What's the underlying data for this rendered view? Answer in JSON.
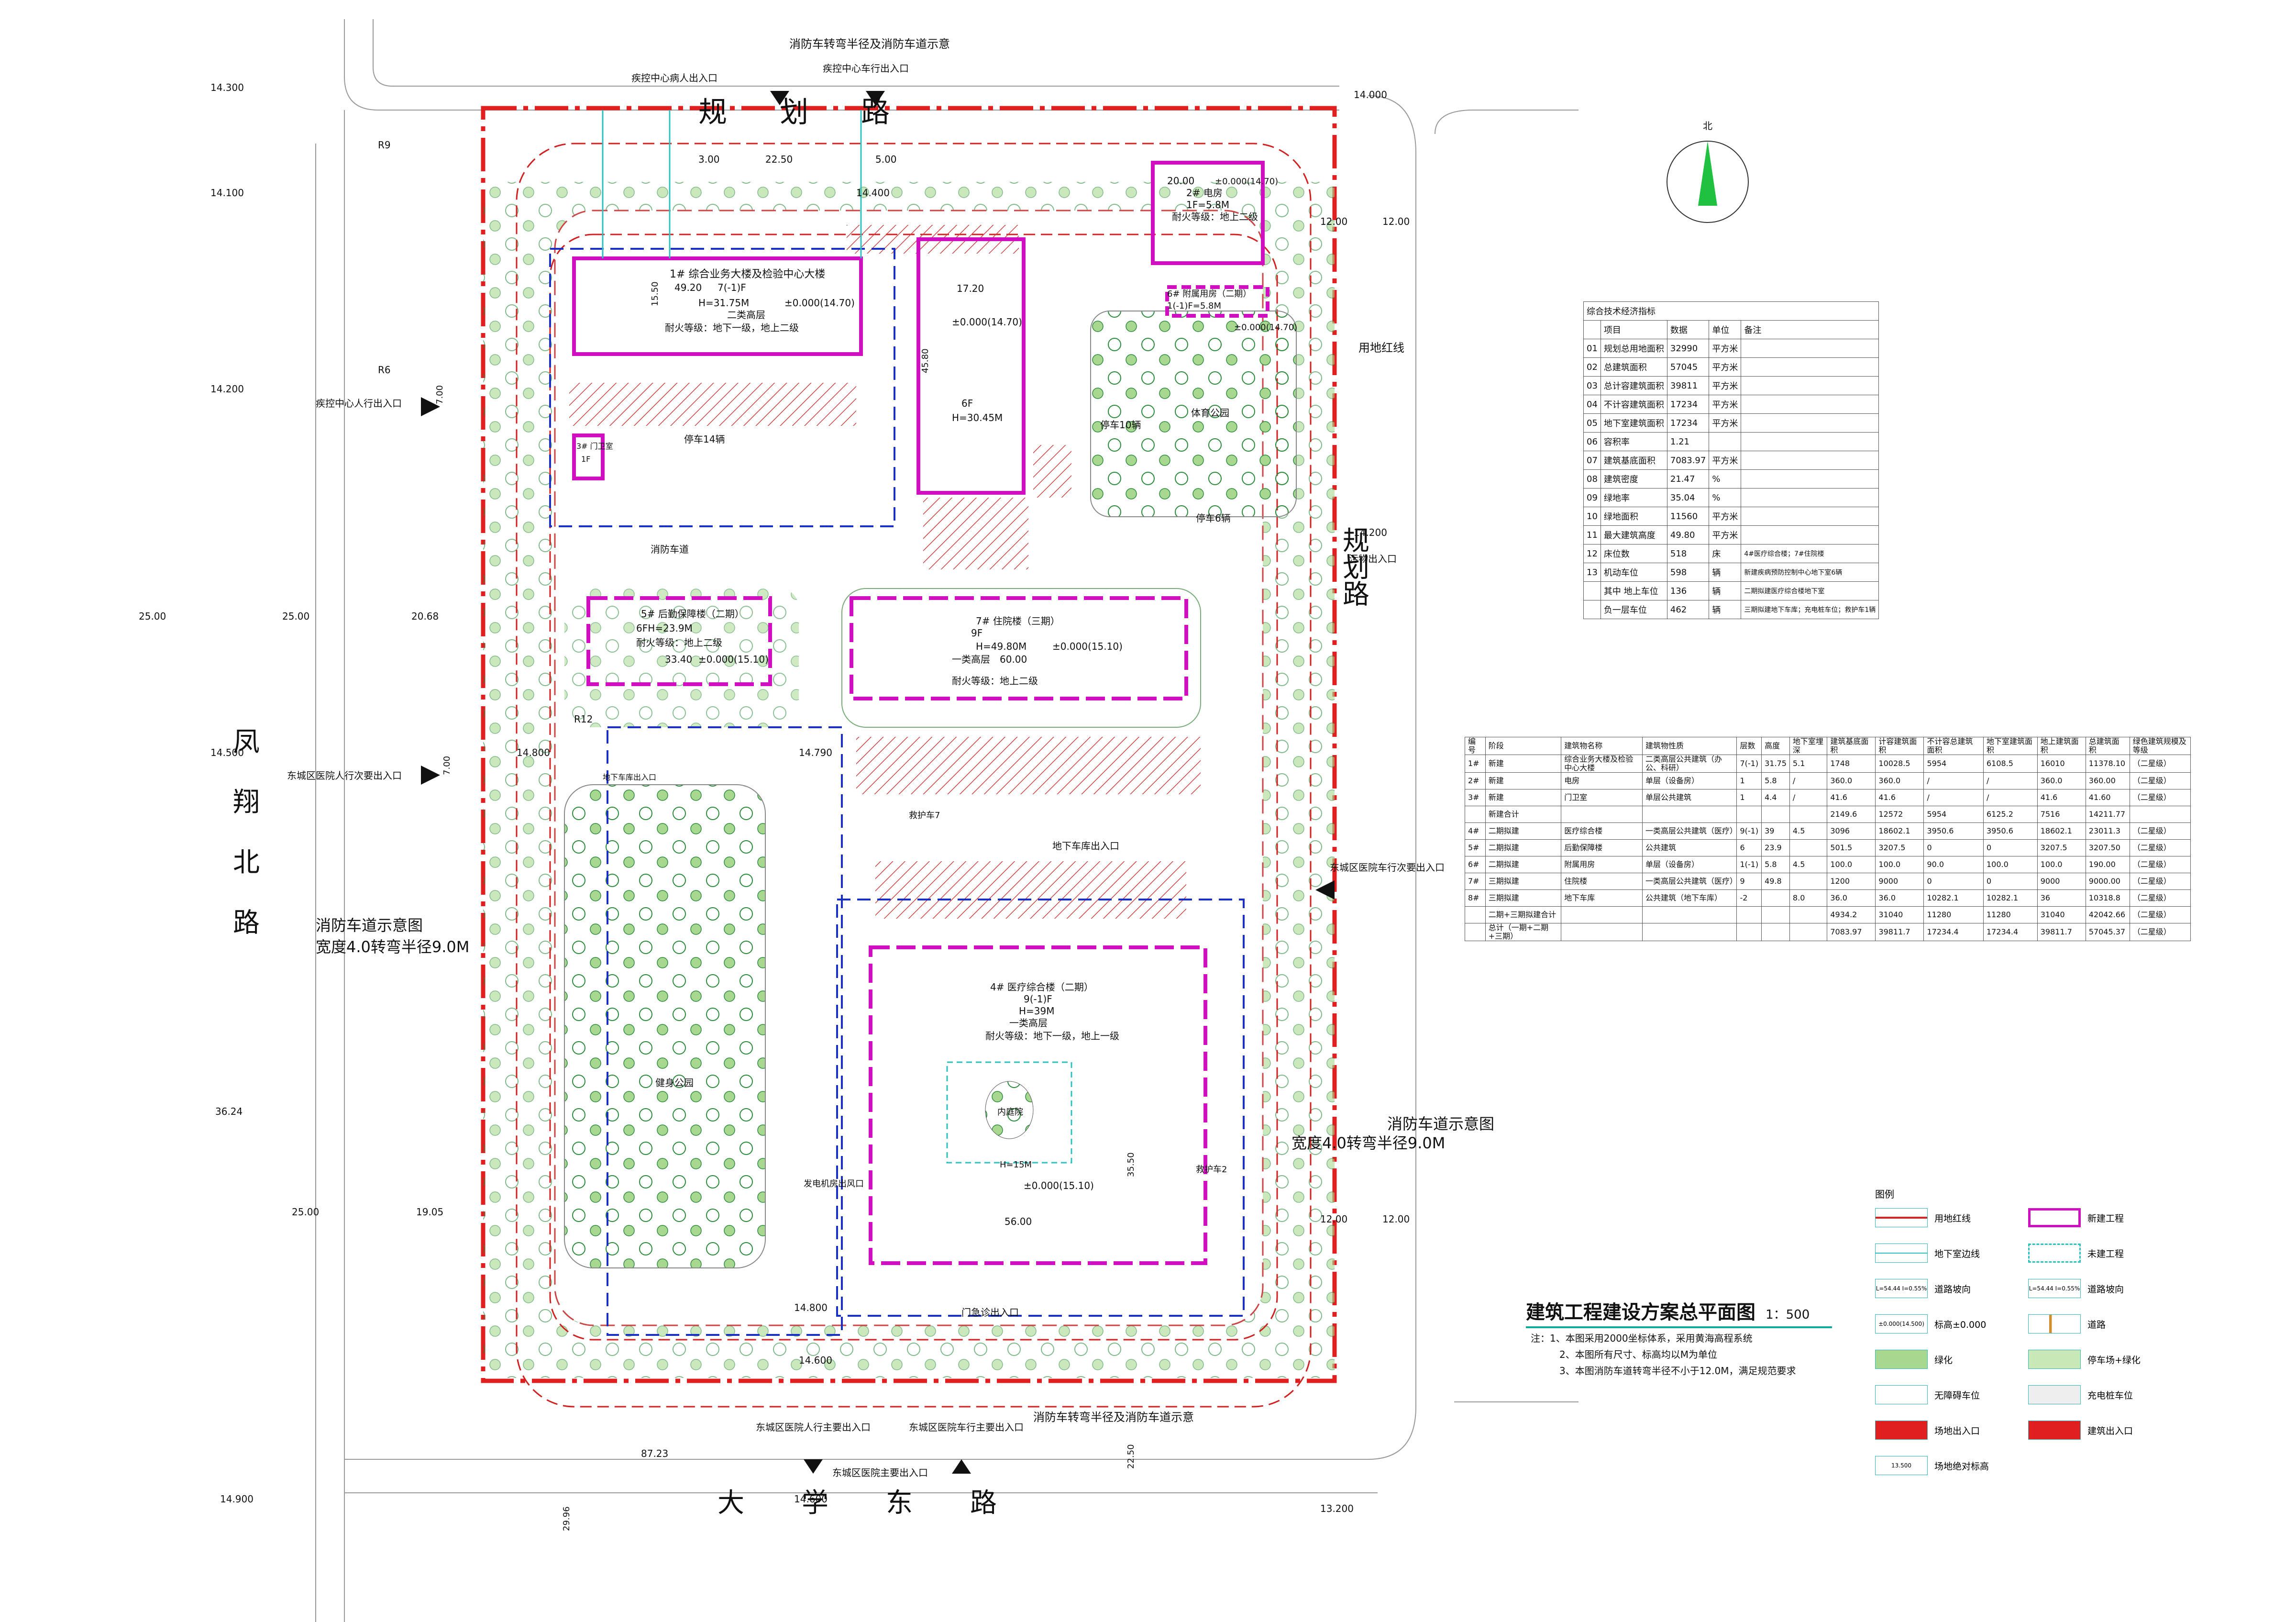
{
  "plan": {
    "title": "建筑工程建设方案总平面图",
    "scale": "1：500",
    "north": "北",
    "fire_lane_top_note": "消防车转弯半径及消防车道示意",
    "fire_lane_bottom_note": "消防车转弯半径及消防车道示意",
    "fire_lane_left_note_1": "消防车道示意图",
    "fire_lane_left_note_2": "宽度4.0转弯半径9.0M",
    "fire_lane_right_note_1": "消防车道示意图",
    "fire_lane_right_note_2": "宽度4.0转弯半径9.0M",
    "site_line_label": "用地红线",
    "roads": {
      "top": "规划路",
      "right": "规划路",
      "left": "凤翔北路",
      "bottom": "大学东路"
    },
    "entrances": {
      "top_1": "疾控中心病人出入口",
      "top_2": "疾控中心车行出入口",
      "left_1": "疾控中心人行出入口",
      "left_2": "东城区医院人行次要出入口",
      "right_1": "污物出入口",
      "right_2": "东城区医院车行次要出入口",
      "bottom_1": "东城区医院人行主要出入口",
      "bottom_2": "东城区医院车行主要出入口",
      "bottom_3": "东城区医院主要出入口",
      "bottom_4": "门急诊出入口"
    },
    "buildings": {
      "b1_name": "1# 综合业务大楼及检验中心大楼",
      "b1_floors": "7(-1)F",
      "b1_height": "H=31.75M",
      "b1_class": "二类高层",
      "b1_fire": "耐火等级：地下一级，地上二级",
      "b1_dim_w": "49.20",
      "b1_dim_h": "15.50",
      "b1_elev": "±0.000(14.70)",
      "b2_name": "2# 电房",
      "b2_floors": "1F=5.8M",
      "b2_fire": "耐火等级：地上二级",
      "b2_dim": "20.00",
      "b2_elev": "±0.000(14.70)",
      "b3_name": "3# 门卫室",
      "b3_floors": "1F",
      "b4_name": "4# 医疗综合楼（二期）",
      "b4_floors": "9(-1)F",
      "b4_height": "H=39M",
      "b4_class": "一类高层",
      "b4_fire": "耐火等级：地下一级，地上一级",
      "b4_dim_w": "56.00",
      "b4_dim_h": "35.50",
      "b4_elev": "±0.000(15.10)",
      "b4_yard": "内庭院",
      "b4_yard_h": "H=15M",
      "b5_name": "5# 后勤保障楼（二期）",
      "b5_floors": "6FH=23.9M",
      "b5_fire": "耐火等级：地上二级",
      "b5_dim": "33.40",
      "b5_elev": "±0.000(15.10)",
      "b6_name": "6# 附属用房（二期）",
      "b6_floors": "1(-1)F=5.8M",
      "b6_elev": "±0.000(14.70)",
      "b7_name": "7# 住院楼（三期）",
      "b7_floors": "9F",
      "b7_height": "H=49.80M",
      "b7_class": "一类高层",
      "b7_fire": "耐火等级：地上二级",
      "b7_dim": "60.00",
      "b7_elev": "±0.000(15.10)",
      "b1b_floors": "6F",
      "b1b_height": "H=30.45M",
      "b1b_dim_w": "17.20",
      "b1b_dim_h": "45.80",
      "b1b_elev": "±0.000(14.70)"
    },
    "areas": {
      "sports": "体育公园",
      "fitness": "健身公园",
      "parking_14": "停车14辆",
      "parking_10": "停车10辆",
      "parking_6": "停车6辆",
      "fire_lane": "消防车道",
      "ambulance_7": "救护车7",
      "ambulance_2": "救护车2",
      "ug_exit": "地下车库出入口",
      "ug_exit_2": "地下车库出入口",
      "generator": "发电机房出风口"
    },
    "elevations": [
      "14.300",
      "14.100",
      "14.200",
      "14.500",
      "14.800",
      "14.900",
      "14.600",
      "14.400",
      "14.000",
      "14.200",
      "13.200",
      "14.800",
      "14.790",
      "14.600"
    ],
    "dims": {
      "d1": "25.00",
      "d2": "25.00",
      "d3": "20.68",
      "d4": "36.24",
      "d5": "25.00",
      "d6": "19.05",
      "d7": "12.00",
      "d8": "12.00",
      "d9": "12.00",
      "d10": "12.00",
      "d11": "87.23",
      "d12": "22.50",
      "d13": "29.96",
      "d14": "22.50",
      "d15": "3.00",
      "d16": "5.00",
      "d17": "7.00",
      "d18": "7.00"
    },
    "radius_r9": "R9",
    "radius_r6": "R6",
    "radius_r12": "R12"
  },
  "tech_table": {
    "caption": "综合技术经济指标",
    "headers": [
      "",
      "项目",
      "数据",
      "单位",
      "备注"
    ],
    "rows": [
      [
        "01",
        "规划总用地面积",
        "32990",
        "平方米",
        ""
      ],
      [
        "02",
        "总建筑面积",
        "57045",
        "平方米",
        ""
      ],
      [
        "03",
        "总计容建筑面积",
        "39811",
        "平方米",
        ""
      ],
      [
        "04",
        "不计容建筑面积",
        "17234",
        "平方米",
        ""
      ],
      [
        "05",
        "地下室建筑面积",
        "17234",
        "平方米",
        ""
      ],
      [
        "06",
        "容积率",
        "1.21",
        "",
        ""
      ],
      [
        "07",
        "建筑基底面积",
        "7083.97",
        "平方米",
        ""
      ],
      [
        "08",
        "建筑密度",
        "21.47",
        "%",
        ""
      ],
      [
        "09",
        "绿地率",
        "35.04",
        "%",
        ""
      ],
      [
        "10",
        "绿地面积",
        "11560",
        "平方米",
        ""
      ],
      [
        "11",
        "最大建筑高度",
        "49.80",
        "平方米",
        ""
      ],
      [
        "12",
        "床位数",
        "518",
        "床",
        "4#医疗综合楼；7#住院楼"
      ],
      [
        "13",
        "机动车位",
        "598",
        "辆",
        "新建疾病预防控制中心地下室6辆"
      ],
      [
        "",
        "其中 地上车位",
        "136",
        "辆",
        "二期拟建医疗综合楼地下室"
      ],
      [
        "",
        "负一层车位",
        "462",
        "辆",
        "三期拟建地下车库；充电桩车位；救护车1辆"
      ]
    ]
  },
  "bld_table": {
    "headers": [
      "编号",
      "阶段",
      "建筑物名称",
      "建筑物性质",
      "层数",
      "高度",
      "地下室埋深",
      "建筑基底面积",
      "计容建筑面积",
      "不计容总建筑面积",
      "地下室建筑面积",
      "地上建筑面积",
      "总建筑面积",
      "绿色建筑规模及等级"
    ],
    "rows": [
      [
        "1#",
        "新建",
        "综合业务大楼及检验中心大楼",
        "二类高层公共建筑（办公、科研）",
        "7(-1)",
        "31.75",
        "5.1",
        "1748",
        "10028.5",
        "5954",
        "6108.5",
        "16010",
        "11378.10",
        "（二星级）"
      ],
      [
        "2#",
        "新建",
        "电房",
        "单层（设备房）",
        "1",
        "5.8",
        "/",
        "360.0",
        "360.0",
        "/",
        "/",
        "360.0",
        "360.00",
        "（二星级）"
      ],
      [
        "3#",
        "新建",
        "门卫室",
        "单层公共建筑",
        "1",
        "4.4",
        "/",
        "41.6",
        "41.6",
        "/",
        "/",
        "41.6",
        "41.60",
        "（二星级）"
      ],
      [
        "",
        "新建合计",
        "",
        "",
        "",
        "",
        "",
        "2149.6",
        "12572",
        "5954",
        "6125.2",
        "7516",
        "14211.77",
        ""
      ],
      [
        "4#",
        "二期拟建",
        "医疗综合楼",
        "一类高层公共建筑（医疗）",
        "9(-1)",
        "39",
        "4.5",
        "3096",
        "18602.1",
        "3950.6",
        "3950.6",
        "18602.1",
        "23011.3",
        "（二星级）"
      ],
      [
        "5#",
        "二期拟建",
        "后勤保障楼",
        "公共建筑",
        "6",
        "23.9",
        "",
        "501.5",
        "3207.5",
        "0",
        "0",
        "3207.5",
        "3207.50",
        "（二星级）"
      ],
      [
        "6#",
        "二期拟建",
        "附属用房",
        "单层（设备房）",
        "1(-1)",
        "5.8",
        "4.5",
        "100.0",
        "100.0",
        "90.0",
        "100.0",
        "100.0",
        "190.00",
        "（二星级）"
      ],
      [
        "7#",
        "三期拟建",
        "住院楼",
        "一类高层公共建筑（医疗）",
        "9",
        "49.8",
        "",
        "1200",
        "9000",
        "0",
        "0",
        "9000",
        "9000.00",
        "（二星级）"
      ],
      [
        "8#",
        "三期拟建",
        "地下车库",
        "公共建筑（地下车库）",
        "-2",
        "",
        "8.0",
        "36.0",
        "36.0",
        "10282.1",
        "10282.1",
        "36",
        "10318.8",
        "（二星级）"
      ],
      [
        "",
        "二期+三期拟建合计",
        "",
        "",
        "",
        "",
        "",
        "4934.2",
        "31040",
        "11280",
        "11280",
        "31040",
        "42042.66",
        "（二星级）"
      ],
      [
        "",
        "总计（一期+二期+三期）",
        "",
        "",
        "",
        "",
        "",
        "7083.97",
        "39811.7",
        "17234.4",
        "17234.4",
        "39811.7",
        "57045.37",
        "（二星级）"
      ]
    ]
  },
  "legend": {
    "title": "图例",
    "items": [
      "用地红线",
      "新建工程",
      "地下室边线",
      "未建工程",
      "道路坡向",
      "道路坡向",
      "标高±0.000",
      "道路",
      "绿化",
      "停车场+绿化",
      "无障碍车位",
      "充电桩车位",
      "场地出入口",
      "建筑出入口",
      "场地绝对标高"
    ],
    "sym_elev": "±0.000(14.500)",
    "sym_slope_1": "L=54.44 I=0.55%",
    "sym_slope_2": "L=54.44 I=0.55%",
    "sym_abs": "13.500"
  },
  "notes": {
    "label": "注：",
    "n1": "1、本图采用2000坐标体系，采用黄海高程系统",
    "n2": "2、本图所有尺寸、标高均以M为单位",
    "n3": "3、本图消防车道转弯半径不小于12.0M，满足规范要求"
  },
  "colors": {
    "red_line": "#e02020",
    "magenta": "#d010c0",
    "blue_dash": "#2030c0",
    "green": "#20a040",
    "cyan": "#30c0c0",
    "hatch": "#d04040"
  }
}
